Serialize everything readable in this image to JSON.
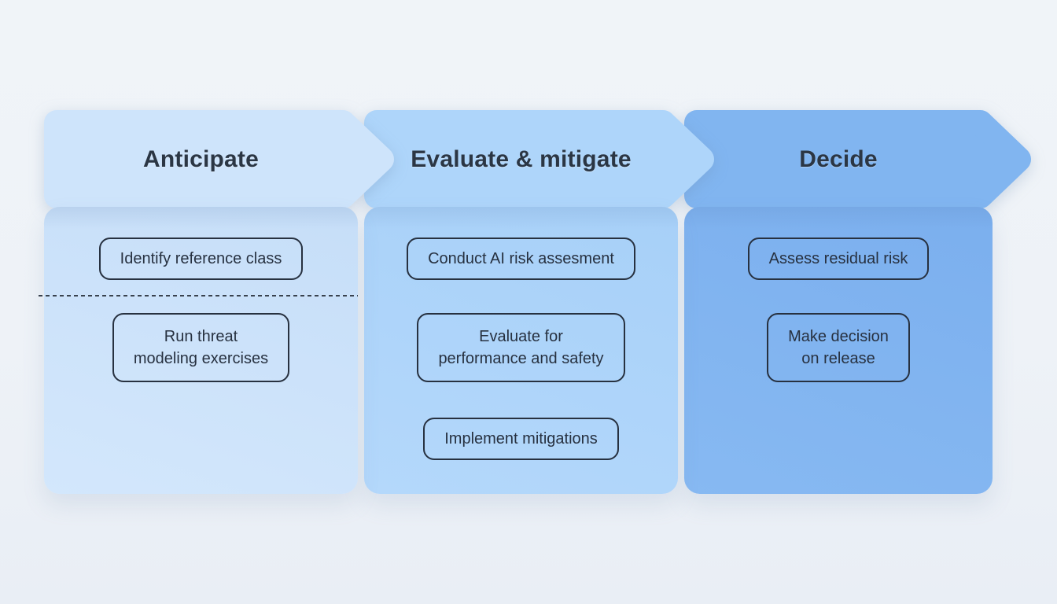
{
  "stages": [
    {
      "title": "Anticipate",
      "colors": {
        "header": "#cee4fb",
        "body_top": "#c6def8",
        "body_bottom": "#d3e7fc"
      },
      "has_divider": true,
      "steps": [
        {
          "lines": [
            "Identify reference class"
          ]
        },
        {
          "lines": [
            "Run threat",
            "modeling exercises"
          ]
        }
      ]
    },
    {
      "title": "Evaluate & mitigate",
      "colors": {
        "header": "#aed5fa",
        "body_top": "#a7d0f8",
        "body_bottom": "#b4d8fb"
      },
      "has_divider": false,
      "steps": [
        {
          "lines": [
            "Conduct AI risk assesment"
          ]
        },
        {
          "lines": [
            "Evaluate for",
            "performance and safety"
          ]
        },
        {
          "lines": [
            "Implement mitigations"
          ]
        }
      ]
    },
    {
      "title": "Decide",
      "colors": {
        "header": "#81b5f0",
        "body_top": "#7bafee",
        "body_bottom": "#87b9f2"
      },
      "has_divider": false,
      "steps": [
        {
          "lines": [
            "Assess residual risk"
          ]
        },
        {
          "lines": [
            "Make decision",
            "on release"
          ]
        }
      ]
    }
  ],
  "style": {
    "text_color": "#2b3644",
    "step_outline_color": "#273140",
    "divider_color": "#39424e",
    "page_background": "#eef2f7"
  }
}
